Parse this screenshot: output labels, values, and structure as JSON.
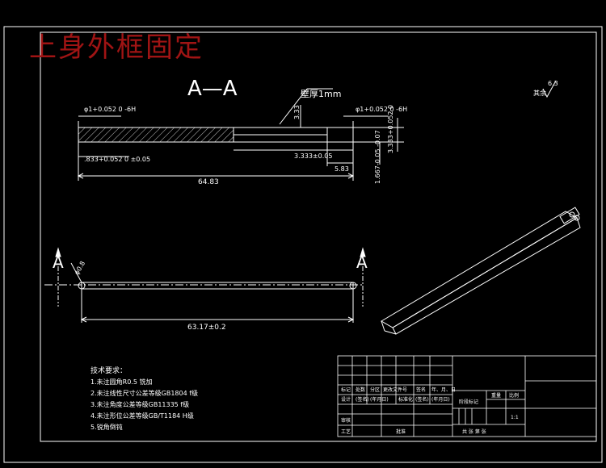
{
  "title": "上身外框固定",
  "section": {
    "label": "A—A",
    "wall_note": "壁厚1mm",
    "dims": {
      "left_bore_top": "φ1+0.052 0 -6H",
      "left_bore_bottom": ".833+0.052 0 ±0.05",
      "right_bore_top": "φ1+0.052 0 -6H",
      "wall_3_33": "3.33",
      "inner_length": "3.333±0.05",
      "right_vertical": "3.333+0.052 0",
      "small_length": "5.83",
      "right_side_vertical": "1.667-0.05 -0.07",
      "total_length": "64.83"
    }
  },
  "roughness": {
    "label": "其余",
    "value": "6.3"
  },
  "side_view": {
    "left_marker": "A",
    "right_marker": "A",
    "left_dim": "φ0.8",
    "length_dim": "63.17±0.2"
  },
  "notes": {
    "heading": "技术要求：",
    "items": [
      "1.未注圆角R0.5 铣加",
      "2.未注线性尺寸公差等级GB1804 f级",
      "3.未注角度公差等级GB11335 f级",
      "4.未注形位公差等级GB/T1184 H级",
      "5.锐角倒钝"
    ]
  },
  "title_block": {
    "row_labels": [
      "标记",
      "处数",
      "分区",
      "更改文件号",
      "签名",
      "年、月、日"
    ],
    "sign_labels": [
      "设计",
      "(签名)",
      "(年月日)",
      "标准化",
      "(签名)",
      "(年月日)"
    ],
    "stage_labels": [
      "阶段标记",
      "重量",
      "比例"
    ],
    "scale": "1:1",
    "review": "审核",
    "process": "工艺",
    "approve": "批准",
    "sheet_info": "共  张  第  张"
  },
  "colors": {
    "line": "#ffffff",
    "title": "#a01414"
  }
}
